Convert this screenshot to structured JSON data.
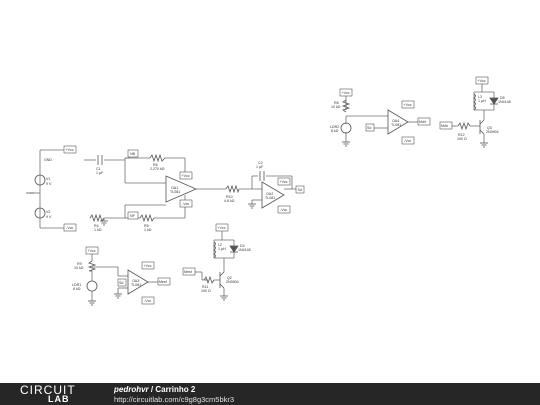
{
  "footer": {
    "brand_top": "CIRCUIT",
    "brand_bottom": "LAB",
    "user": "pedrohvr",
    "separator": " / ",
    "project": "Carrinho 2",
    "url": "http://circuitlab.com/c9g8g3cm5bkr3"
  },
  "labels": {
    "rail_pos": "+Vcc",
    "rail_neg": "-Vcc",
    "v1_name": "V1",
    "v1_value": "9 V",
    "v2_name": "V2",
    "v2_value": "9 V",
    "ground_label": "GND",
    "c1_name": "C1",
    "c1_value": "1 µF",
    "r6_name": "R6",
    "r6_value": "2.270 kΩ",
    "r4_name": "R4",
    "r4_value": "1 kΩ",
    "r5_name": "R5",
    "r5_value": "1 kΩ",
    "node_a": "NB",
    "node_b": "NF",
    "oa1_name": "OA1",
    "oa1_model": "TL081",
    "r10_name": "R10",
    "r10_value": "4.8 kΩ",
    "c2_name": "C2",
    "c2_value": "1 µF",
    "oa2_name": "OA2",
    "oa2_model": "TL081",
    "out_tag": "Sd",
    "r8_name": "R8",
    "r8_value": "10 kΩ",
    "ldr2_name": "LDR2",
    "ldr2_value": "8 kΩ",
    "oa4_name": "OA4",
    "oa4_model": "TL081",
    "oa4_out": "Mdir",
    "l3_name": "L3",
    "l3_value": "1 µH",
    "d5_name": "D5",
    "d5_model": "1N4148",
    "q3_name": "Q3",
    "q3_model": "2N3904",
    "r12_name": "R12",
    "r12_value": "100 Ω",
    "mdir_tag": "Mdir",
    "r9_name": "R9",
    "r9_value": "10 kΩ",
    "ldr1_name": "LDR1",
    "ldr1_value": "8 kΩ",
    "oa3_name": "OA3",
    "oa3_model": "TL081",
    "oa3_out": "Mesf",
    "l2_name": "L2",
    "l2_value": "1 µH",
    "d4_name": "D4",
    "d4_model": "1N4148",
    "q2_name": "Q2",
    "q2_model": "2N3904",
    "r11_name": "R11",
    "r11_value": "100 Ω",
    "mesf_tag": "Mesf"
  },
  "colors": {
    "wire": "#6f6f6f",
    "symbol": "#555555",
    "text": "#333333",
    "footer_bg": "#262626"
  }
}
